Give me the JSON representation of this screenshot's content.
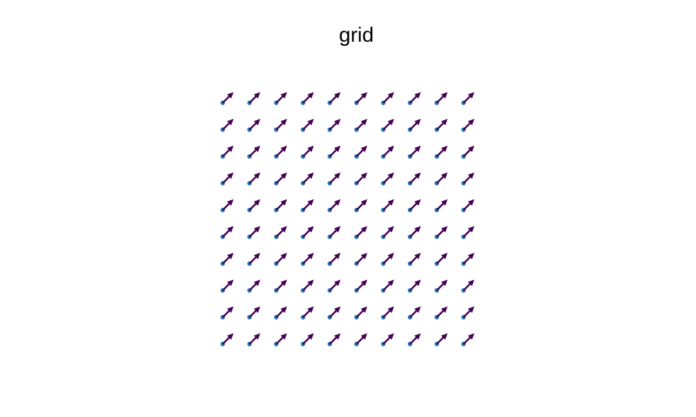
{
  "chart_data": {
    "type": "scatter",
    "title": "grid",
    "xlabel": "",
    "ylabel": "",
    "axes_visible": false,
    "grid": false,
    "x": [
      0,
      1,
      2,
      3,
      4,
      5,
      6,
      7,
      8,
      9
    ],
    "y": [
      0,
      1,
      2,
      3,
      4,
      5,
      6,
      7,
      8,
      9
    ],
    "points": {
      "marker": "circle",
      "color": "#1f77b4"
    },
    "vectors": {
      "u": 1,
      "v": 1,
      "color": "#440154"
    }
  }
}
